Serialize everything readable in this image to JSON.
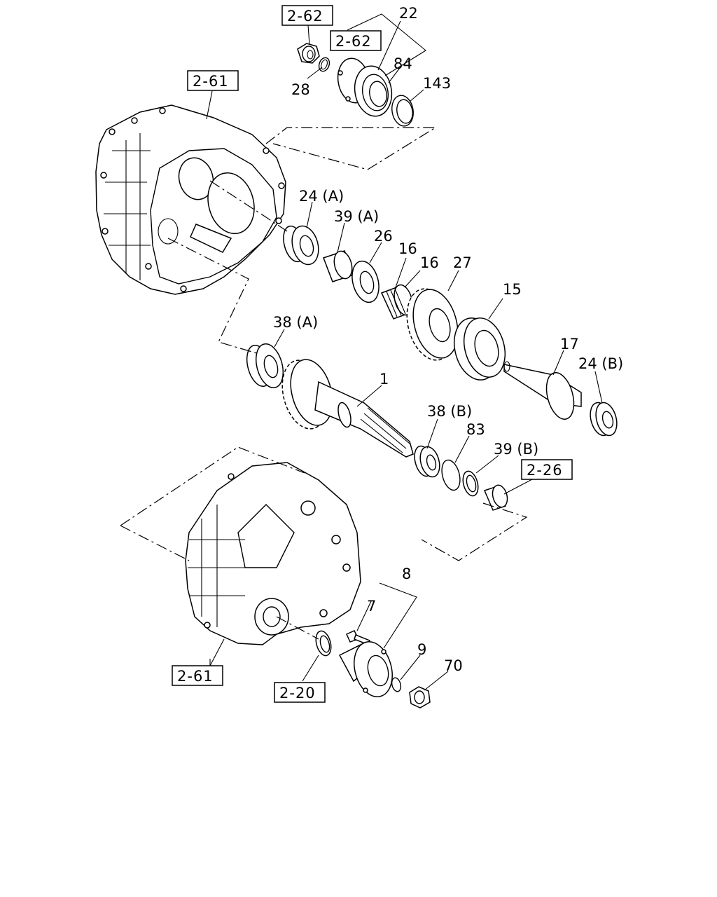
{
  "callouts": {
    "c22": "22",
    "c84": "84",
    "c143": "143",
    "c28": "28",
    "c24a": "24 (A)",
    "c39a": "39 (A)",
    "c26": "26",
    "c16a": "16",
    "c16b": "16",
    "c27": "27",
    "c15": "15",
    "c38a": "38 (A)",
    "c1": "1",
    "c17": "17",
    "c24b": "24 (B)",
    "c38b": "38 (B)",
    "c83": "83",
    "c39b": "39 (B)",
    "c8": "8",
    "c7": "7",
    "c9": "9",
    "c70": "70"
  },
  "references": {
    "r262a": "2-62",
    "r262b": "2-62",
    "r261a": "2-61",
    "r226": "2-26",
    "r261b": "2-61",
    "r220": "2-20"
  }
}
